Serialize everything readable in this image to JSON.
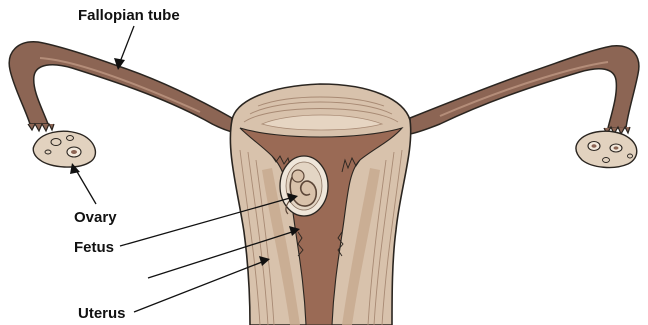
{
  "labels": {
    "fallopian_tube": "Fallopian tube",
    "ovary": "Ovary",
    "fetus": "Fetus",
    "uterus": "Uterus"
  },
  "colors": {
    "tube_fill": "#8c6554",
    "tube_inner": "#a07866",
    "tissue_light": "#d8c2ac",
    "tissue_mid": "#c7a98f",
    "cavity": "#9a6a55",
    "ovary_fill": "#e2d2bf",
    "outline": "#2a2520",
    "label": "#111111"
  },
  "icons": {
    "fetus": "fetus-icon",
    "ovary": "ovary-icon"
  }
}
